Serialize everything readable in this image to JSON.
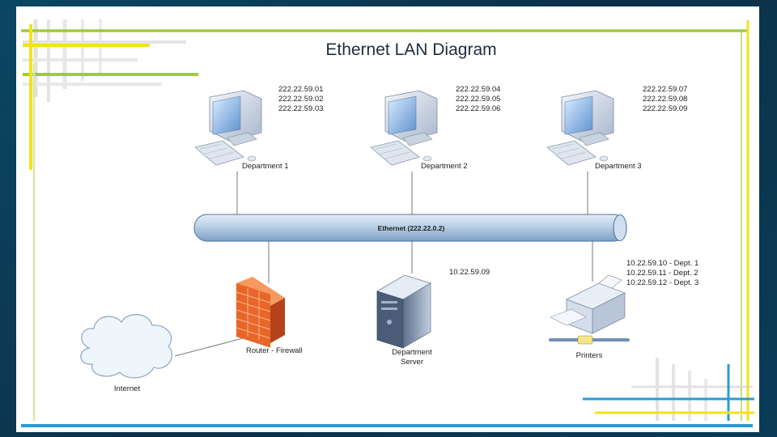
{
  "title": "Ethernet LAN Diagram",
  "backbone_label": "Ethernet (222.22.0.2)",
  "departments": [
    {
      "label": "Department 1",
      "ips": [
        "222.22.59.01",
        "222.22.59.02",
        "222.22.59.03"
      ]
    },
    {
      "label": "Department 2",
      "ips": [
        "222.22.59.04",
        "222.22.59.05",
        "222.22.59.06"
      ]
    },
    {
      "label": "Department 3",
      "ips": [
        "222.22.59.07",
        "222.22.59.08",
        "222.22.59.09"
      ]
    }
  ],
  "router": {
    "label": "Router - Firewall"
  },
  "internet": {
    "label": "Internet"
  },
  "server": {
    "label_line1": "Department",
    "label_line2": "Server",
    "ip": "10.22.59.09"
  },
  "printers": {
    "label": "Printers",
    "ips": [
      "10.22.59.10 - Dept. 1",
      "10.22.59.11 - Dept. 2",
      "10.22.59.12 - Dept. 3"
    ]
  },
  "colors": {
    "backbone": "#b8cfe6",
    "firewall": "#e8662a",
    "accent_green": "#9ecb3c",
    "accent_yellow": "#f2e21a",
    "accent_blue": "#2a9bd8"
  }
}
